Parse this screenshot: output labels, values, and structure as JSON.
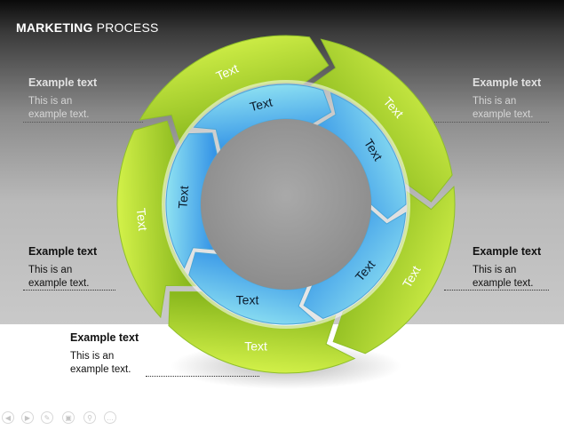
{
  "slide": {
    "title_bold": "MARKETING",
    "title_rest": "PROCESS"
  },
  "notes": [
    {
      "heading": "Example text",
      "body1": "This is an",
      "body2": "example text."
    },
    {
      "heading": "Example text",
      "body1": "This is an",
      "body2": "example text."
    },
    {
      "heading": "Example text",
      "body1": "This is an",
      "body2": "example text."
    },
    {
      "heading": "Example text",
      "body1": "This is an",
      "body2": "example text."
    },
    {
      "heading": "Example text",
      "body1": "This is an",
      "body2": "example text."
    }
  ],
  "outer_ring": {
    "labels": [
      "Text",
      "Text",
      "Text",
      "Text",
      "Text"
    ],
    "color_light": "#d4f24a",
    "color_dark": "#7fb017"
  },
  "inner_ring": {
    "labels": [
      "Text",
      "Text",
      "Text",
      "Text",
      "Text"
    ],
    "color_light": "#8fe2f2",
    "color_dark": "#2f8fe6"
  },
  "nav_icons": [
    "prev-icon",
    "next-icon",
    "pen-icon",
    "slides-icon",
    "zoom-icon",
    "more-icon"
  ]
}
